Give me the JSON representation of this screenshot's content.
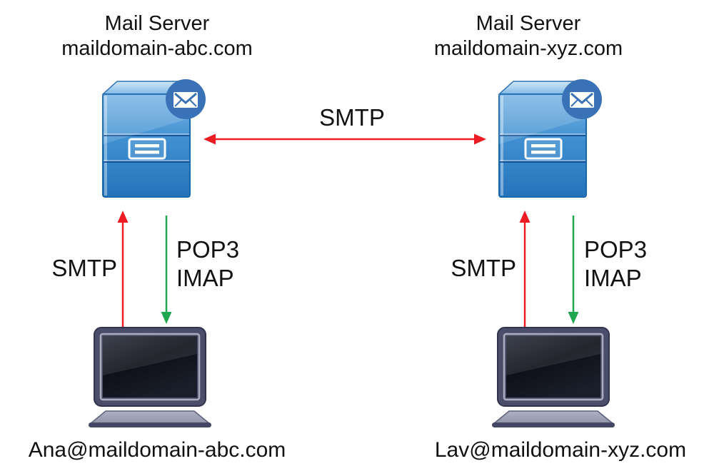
{
  "left_server": {
    "title": "Mail Server",
    "domain": "maildomain-abc.com"
  },
  "right_server": {
    "title": "Mail Server",
    "domain": "maildomain-xyz.com"
  },
  "server_link": {
    "protocol": "SMTP"
  },
  "left_client": {
    "address": "Ana@maildomain-abc.com",
    "upload_protocol": "SMTP",
    "download_protocol_line1": "POP3",
    "download_protocol_line2": "IMAP"
  },
  "right_client": {
    "address": "Lav@maildomain-xyz.com",
    "upload_protocol": "SMTP",
    "download_protocol_line1": "POP3",
    "download_protocol_line2": "IMAP"
  },
  "colors": {
    "send_arrow_red": "#ed1c24",
    "receive_arrow_green": "#1fa750",
    "server_blue": "#3786ca",
    "server_blue_dark": "#1b67ad",
    "badge_blue": "#3a72b8",
    "laptop_frame": "#4a4e6a",
    "laptop_base": "#9da2b4",
    "text": "#111111"
  }
}
